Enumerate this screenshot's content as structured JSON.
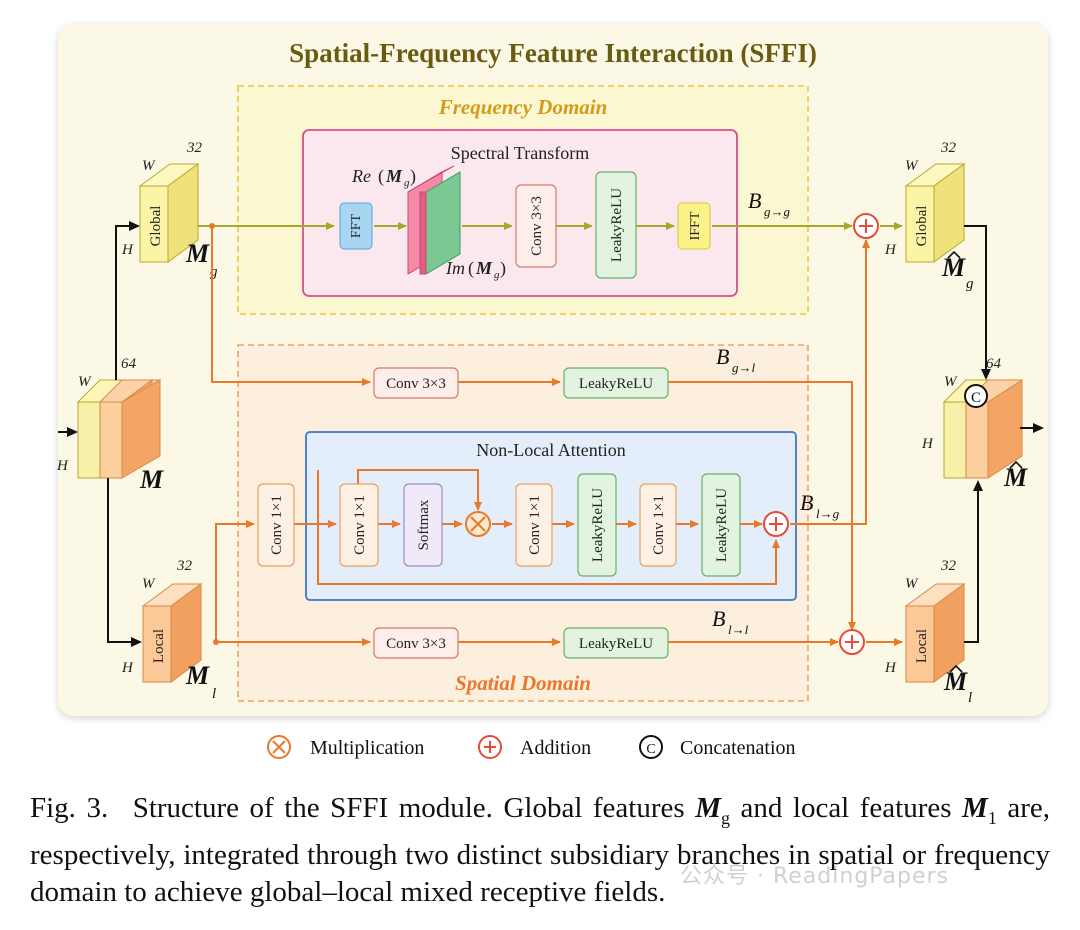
{
  "title": "Spatial-Frequency Feature Interaction (SFFI)",
  "frequency_domain": "Frequency Domain",
  "spatial_domain": "Spatial Domain",
  "spectral_transform": {
    "title": "Spectral Transform",
    "fft": "FFT",
    "re_label": "Re",
    "im_label": "Im",
    "conv": "Conv 3×3",
    "leaky": "LeakyReLU",
    "ifft": "IFFT"
  },
  "non_local": {
    "title": "Non-Local Attention",
    "conv_outer": "Conv 1×1",
    "conv_a": "Conv 1×1",
    "softmax": "Softmax",
    "conv_b": "Conv 1×1",
    "leaky_b": "LeakyReLU",
    "conv_c": "Conv 1×1",
    "leaky_c": "LeakyReLU"
  },
  "g2l": {
    "conv": "Conv 3×3",
    "leaky": "LeakyReLU"
  },
  "l2l": {
    "conv": "Conv 3×3",
    "leaky": "LeakyReLU"
  },
  "branches": {
    "b_g2g": "g→g",
    "b_g2l": "g→l",
    "b_l2g": "l→g",
    "b_l2l": "l→l",
    "b_letter": "B"
  },
  "blocks": {
    "global_in": "Global",
    "local_in": "Local",
    "global_out": "Global",
    "local_out": "Local",
    "dim_32": "32",
    "dim_64": "64",
    "w": "W",
    "h": "H",
    "m": "M",
    "sub_g": "g",
    "sub_l": "l"
  },
  "legend": {
    "multiplication": "Multiplication",
    "addition": "Addition",
    "concatenation": "Concatenation",
    "concat_symbol": "C"
  },
  "caption": {
    "label": "Fig. 3.",
    "text_1": "Structure of the SFFI module. Global features",
    "mg": "M",
    "mg_sub": "g",
    "text_2": "and local features",
    "ml": "M",
    "ml_sub": "1",
    "text_3": "are, respectively, integrated through two distinct subsidiary branches in spatial or frequency domain to achieve global–local mixed receptive fields."
  },
  "watermark": "公众号 · ReadingPapers",
  "colors": {
    "panel_bg": "#fbf8e6",
    "freq_line": "#a8a828",
    "spatial_line": "#e8782a",
    "nonlocal_border": "#3a78c8",
    "spectral_border": "#d94f8c",
    "title": "#6a5a12",
    "domain_title": "#d69a1a",
    "spatial_title": "#e8782a"
  }
}
